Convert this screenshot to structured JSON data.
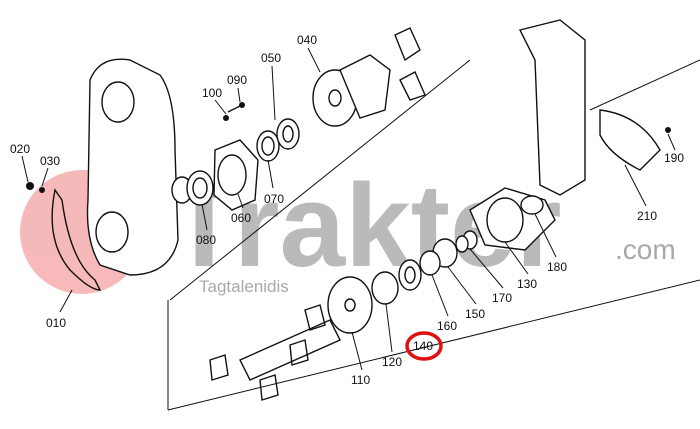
{
  "watermark": {
    "brand": "Trakter",
    "domain": ".com",
    "subtitle": "Tagtalenidis",
    "brand_color": "#a9a9a9",
    "logo_color": "#f08080"
  },
  "highlight_color": "#e01010",
  "highlighted_part": "140",
  "parts": {
    "p010": "010",
    "p020": "020",
    "p030": "030",
    "p040": "040",
    "p050": "050",
    "p060": "060",
    "p070": "070",
    "p080": "080",
    "p090": "090",
    "p100": "100",
    "p110": "110",
    "p120": "120",
    "p130": "130",
    "p140": "140",
    "p150": "150",
    "p160": "160",
    "p170": "170",
    "p180": "180",
    "p190": "190",
    "p210": "210"
  }
}
